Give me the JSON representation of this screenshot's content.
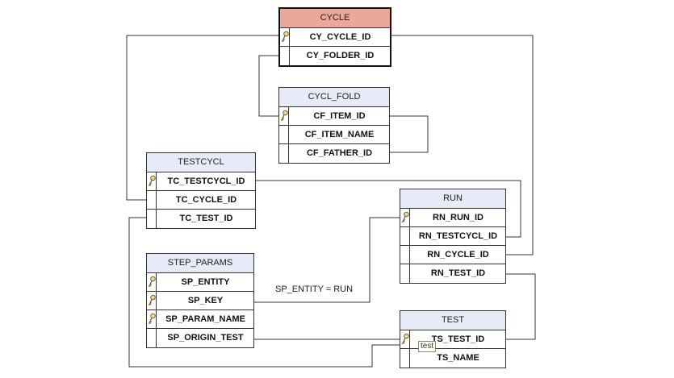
{
  "tables": {
    "cycle": {
      "name": "CYCLE",
      "fields": [
        {
          "name": "CY_CYCLE_ID",
          "key": true
        },
        {
          "name": "CY_FOLDER_ID",
          "key": false
        }
      ]
    },
    "cycl_fold": {
      "name": "CYCL_FOLD",
      "fields": [
        {
          "name": "CF_ITEM_ID",
          "key": true
        },
        {
          "name": "CF_ITEM_NAME",
          "key": false
        },
        {
          "name": "CF_FATHER_ID",
          "key": false
        }
      ]
    },
    "testcycl": {
      "name": "TESTCYCL",
      "fields": [
        {
          "name": "TC_TESTCYCL_ID",
          "key": true
        },
        {
          "name": "TC_CYCLE_ID",
          "key": false
        },
        {
          "name": "TC_TEST_ID",
          "key": false
        }
      ]
    },
    "run": {
      "name": "RUN",
      "fields": [
        {
          "name": "RN_RUN_ID",
          "key": true
        },
        {
          "name": "RN_TESTCYCL_ID",
          "key": false
        },
        {
          "name": "RN_CYCLE_ID",
          "key": false
        },
        {
          "name": "RN_TEST_ID",
          "key": false
        }
      ]
    },
    "step_params": {
      "name": "STEP_PARAMS",
      "fields": [
        {
          "name": "SP_ENTITY",
          "key": true
        },
        {
          "name": "SP_KEY",
          "key": true
        },
        {
          "name": "SP_PARAM_NAME",
          "key": true
        },
        {
          "name": "SP_ORIGIN_TEST",
          "key": false
        }
      ]
    },
    "test": {
      "name": "TEST",
      "fields": [
        {
          "name": "TS_TEST_ID",
          "key": true
        },
        {
          "name": "TS_NAME",
          "key": false
        }
      ]
    }
  },
  "relation_label": "SP_ENTITY = RUN",
  "tooltip": "test",
  "colors": {
    "selected_header": "#eaa79a",
    "header": "#e6ebf7",
    "line": "#333333"
  }
}
